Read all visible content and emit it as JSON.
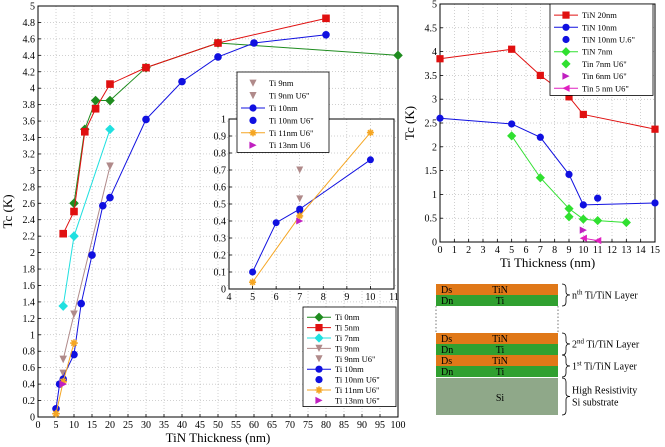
{
  "chart_data": [
    {
      "id": "main",
      "type": "line",
      "xlabel": "TiN Thickness (nm)",
      "ylabel": "Tc (K)",
      "xlim": [
        0,
        100
      ],
      "ylim": [
        0,
        5
      ],
      "x_ticks": [
        "0",
        "5",
        "10",
        "15",
        "20",
        "25",
        "30",
        "35",
        "40",
        "45",
        "50",
        "55",
        "60",
        "65",
        "70",
        "75",
        "80",
        "85",
        "90",
        "95",
        "100"
      ],
      "y_ticks": [
        "0",
        "0.2",
        "0.4",
        "0.6",
        "0.8",
        "1",
        "1.2",
        "1.4",
        "1.6",
        "1.8",
        "2",
        "2.2",
        "2.4",
        "2.6",
        "2.8",
        "3",
        "3.2",
        "3.4",
        "3.6",
        "3.8",
        "4",
        "4.2",
        "4.4",
        "4.6",
        "4.8",
        "5"
      ],
      "legend_position": "bottom-right",
      "series": [
        {
          "name": "Ti 0nm",
          "color": "#1f8c1f",
          "marker": "diamond",
          "line": true,
          "x": [
            10,
            13,
            16,
            20,
            30,
            50,
            100
          ],
          "y": [
            2.6,
            3.5,
            3.85,
            3.85,
            4.25,
            4.55,
            4.4
          ]
        },
        {
          "name": "Ti 5nm",
          "color": "#e01010",
          "marker": "square",
          "line": true,
          "x": [
            7,
            10,
            13,
            16,
            20,
            30,
            50,
            80
          ],
          "y": [
            2.23,
            2.5,
            3.47,
            3.75,
            4.05,
            4.25,
            4.55,
            4.85
          ]
        },
        {
          "name": "Ti 7nm",
          "color": "#20e0e0",
          "marker": "diamond",
          "line": true,
          "x": [
            7,
            10,
            20
          ],
          "y": [
            1.35,
            2.2,
            3.5
          ]
        },
        {
          "name": "Ti 9nm",
          "color": "#b08a8a",
          "marker": "tri-down",
          "line": true,
          "x": [
            7,
            10,
            20
          ],
          "y": [
            0.7,
            1.25,
            3.05
          ]
        },
        {
          "name": "Ti 9nm U6\"",
          "color": "#b08a8a",
          "marker": "tri-down",
          "line": false,
          "x": [
            7
          ],
          "y": [
            0.53
          ]
        },
        {
          "name": "Ti 10nm",
          "color": "#1010e0",
          "marker": "circle",
          "line": true,
          "x": [
            5,
            6,
            10,
            12,
            15,
            18,
            20,
            30,
            40,
            50,
            60,
            80
          ],
          "y": [
            0.1,
            0.4,
            0.76,
            1.38,
            1.97,
            2.57,
            2.67,
            3.62,
            4.08,
            4.38,
            4.55,
            4.65
          ]
        },
        {
          "name": "Ti 10nm U6\"",
          "color": "#1010e0",
          "marker": "circle",
          "line": false,
          "x": [
            7
          ],
          "y": [
            0.46
          ]
        },
        {
          "name": "Ti 11nm U6\"",
          "color": "#f5a623",
          "marker": "star",
          "line": true,
          "x": [
            5,
            7,
            10
          ],
          "y": [
            0.04,
            0.43,
            0.9
          ]
        },
        {
          "name": "Ti 13nm U6\"",
          "color": "#c020c0",
          "marker": "tri-right",
          "line": false,
          "x": [
            7
          ],
          "y": [
            0.4
          ]
        }
      ],
      "legend_labels": [
        "Ti 0nm",
        "Ti 5nm",
        "Ti 7nm",
        "Ti 9nm",
        "Ti 9nm U6\"",
        "Ti 10nm",
        "Ti 10nm U6\"",
        "Ti 11nm U6\"",
        "Ti 13nm U6\""
      ]
    },
    {
      "id": "inset",
      "type": "line",
      "xlim": [
        4,
        11
      ],
      "ylim": [
        0,
        1
      ],
      "x_ticks": [
        "4",
        "5",
        "6",
        "7",
        "8",
        "9",
        "10",
        "11"
      ],
      "y_ticks": [
        "0",
        "0.1",
        "0.2",
        "0.3",
        "0.4",
        "0.5",
        "0.6",
        "0.7",
        "0.8",
        "0.9",
        "1"
      ],
      "series": [
        {
          "name": "Ti 9nm",
          "color": "#b08a8a",
          "marker": "tri-down",
          "line": false,
          "x": [
            7
          ],
          "y": [
            0.7
          ]
        },
        {
          "name": "Ti 9nm U6\"",
          "color": "#b08a8a",
          "marker": "tri-down",
          "line": false,
          "x": [
            7
          ],
          "y": [
            0.53
          ]
        },
        {
          "name": "Ti 10nm",
          "color": "#1010e0",
          "marker": "circle",
          "line": true,
          "x": [
            5,
            6,
            7,
            10
          ],
          "y": [
            0.1,
            0.39,
            0.47,
            0.76
          ]
        },
        {
          "name": "Ti 10nm U6\"",
          "color": "#1010e0",
          "marker": "circle",
          "line": false,
          "x": [
            7
          ],
          "y": [
            0.46
          ]
        },
        {
          "name": "Ti 11nm U6\"",
          "color": "#f5a623",
          "marker": "star",
          "line": true,
          "x": [
            5,
            7,
            10
          ],
          "y": [
            0.04,
            0.43,
            0.92
          ]
        },
        {
          "name": "Ti 13nm U6",
          "color": "#c020c0",
          "marker": "tri-right",
          "line": false,
          "x": [
            7
          ],
          "y": [
            0.4
          ]
        }
      ],
      "legend_labels": [
        "Ti 9nm",
        "Ti 9nm U6\"",
        "Ti 10nm",
        "Ti 10nm U6\"",
        "Ti 11nm U6\"",
        "Ti 13nm U6"
      ]
    },
    {
      "id": "right",
      "type": "line",
      "xlabel": "Ti Thickness (nm)",
      "ylabel": "Tc (K)",
      "xlim": [
        0,
        15
      ],
      "ylim": [
        0,
        5
      ],
      "x_ticks": [
        "0",
        "1",
        "2",
        "3",
        "4",
        "5",
        "6",
        "7",
        "8",
        "9",
        "10",
        "11",
        "12",
        "13",
        "14",
        "15"
      ],
      "y_ticks": [
        "0",
        "0.5",
        "1",
        "1.5",
        "2",
        "2.5",
        "3",
        "3.5",
        "4",
        "4.5",
        "5"
      ],
      "legend_position": "top-right",
      "series": [
        {
          "name": "TiN 20nm",
          "color": "#e01010",
          "marker": "square",
          "line": true,
          "x": [
            0,
            5,
            7,
            9,
            10,
            15
          ],
          "y": [
            3.85,
            4.05,
            3.5,
            3.05,
            2.68,
            2.37
          ]
        },
        {
          "name": "TiN 10nm",
          "color": "#1010e0",
          "marker": "circle",
          "line": true,
          "x": [
            0,
            5,
            7,
            9,
            10,
            15
          ],
          "y": [
            2.6,
            2.48,
            2.2,
            1.42,
            0.78,
            0.82
          ]
        },
        {
          "name": "TiN 10nm U.6\"",
          "color": "#1010e0",
          "marker": "circle",
          "line": false,
          "x": [
            11
          ],
          "y": [
            0.92
          ]
        },
        {
          "name": "TiN 7nm",
          "color": "#30e030",
          "marker": "diamond",
          "line": true,
          "x": [
            5,
            7,
            9,
            10,
            11,
            13
          ],
          "y": [
            2.23,
            1.35,
            0.7,
            0.48,
            0.45,
            0.41
          ]
        },
        {
          "name": "TiN 7nm U6\"",
          "color": "#30e030",
          "marker": "diamond",
          "line": false,
          "x": [
            9
          ],
          "y": [
            0.53
          ]
        },
        {
          "name": "TiN 6nm U6\"",
          "color": "#c020c0",
          "marker": "tri-right",
          "line": false,
          "x": [
            10
          ],
          "y": [
            0.25
          ]
        },
        {
          "name": "Tin 5 nm U6\"",
          "color": "#e020c0",
          "marker": "tri-left",
          "line": true,
          "x": [
            10,
            11
          ],
          "y": [
            0.08,
            0.03
          ]
        }
      ],
      "legend_labels": [
        "TiN 20nm",
        "TiN 10nm",
        "TiN 10nm U.6\"",
        "TiN 7nm",
        "Tin 7nm U6\"",
        "Tin 6nm U6\"",
        "Tin 5 nm U6\""
      ]
    }
  ],
  "stack_diagram": {
    "colors": {
      "tin": "#e07818",
      "ti": "#30a030",
      "si": "#8fa889"
    },
    "groups": [
      {
        "layers": [
          {
            "code": "Ds",
            "material": "TiN"
          },
          {
            "code": "Dn",
            "material": "Ti"
          }
        ],
        "label_prefix": "n",
        "label_sup": "th",
        "label_suffix": " Ti/TiN Layer"
      },
      {
        "layers": [
          {
            "code": "Ds",
            "material": "TiN"
          },
          {
            "code": "Dn",
            "material": "Ti"
          }
        ],
        "label_prefix": "2",
        "label_sup": "nd",
        "label_suffix": " Ti/TiN Layer"
      },
      {
        "layers": [
          {
            "code": "Ds",
            "material": "TiN"
          },
          {
            "code": "Dn",
            "material": "Ti"
          }
        ],
        "label_prefix": "1",
        "label_sup": "st",
        "label_suffix": " Ti/TiN Layer"
      }
    ],
    "substrate": {
      "material": "Si",
      "label_line1": "High Resistivity",
      "label_line2": "Si substrate"
    }
  }
}
